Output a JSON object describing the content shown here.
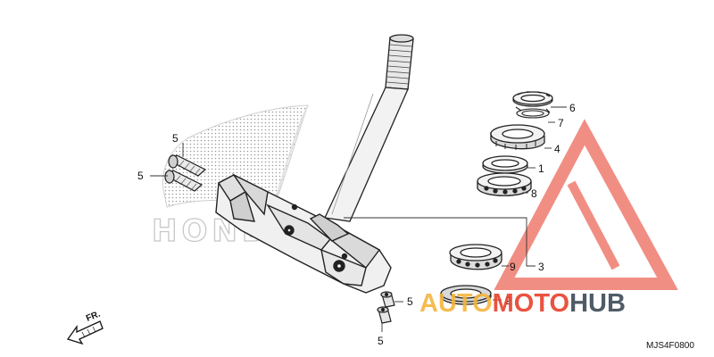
{
  "diagram": {
    "code": "MJS4F0800",
    "direction_label": "FR.",
    "callouts": {
      "c1": "1",
      "c2": "2",
      "c3": "3",
      "c4": "4",
      "c5a": "5",
      "c5b": "5",
      "c5c": "5",
      "c5d": "5",
      "c6": "6",
      "c7": "7",
      "c8": "8",
      "c9": "9"
    }
  },
  "watermark": {
    "brand_part1": "AUTO",
    "brand_part2": "MOTO",
    "brand_part3": "HUB",
    "color_primary": "#e8412c",
    "color_secondary": "#f4b53f",
    "color_dark": "#3d4a57"
  },
  "background_logo": {
    "text": "HONDA",
    "color": "#cfcfcf"
  }
}
